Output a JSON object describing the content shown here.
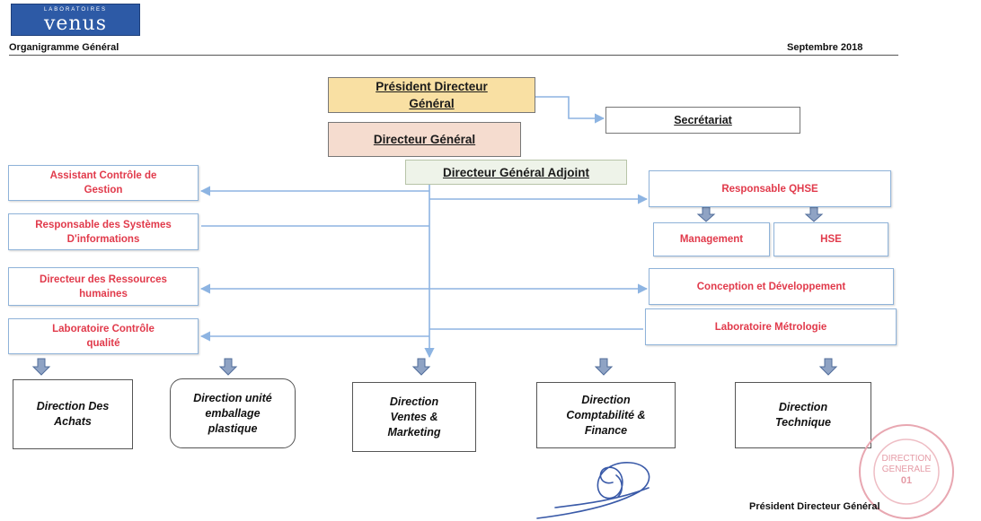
{
  "header": {
    "logo_tagline": "LABORATOIRES",
    "logo_name": "venus",
    "title": "Organigramme Général",
    "date": "Septembre 2018"
  },
  "colors": {
    "connector": "#8db4e2",
    "staff_text": "#e13a4b",
    "pdg_fill": "#f9e0a3",
    "dg_fill": "#f5dccf",
    "dga_fill": "#eef3e9"
  },
  "top": {
    "pdg": "Président Directeur Général",
    "dg": "Directeur Général",
    "dga": "Directeur Général Adjoint",
    "secretariat": "Secrétariat"
  },
  "left_staff": [
    "Assistant Contrôle de Gestion",
    "Responsable des Systèmes D'informations",
    "Directeur des Ressources humaines",
    "Laboratoire Contrôle qualité"
  ],
  "right_staff": {
    "qhse": "Responsable QHSE",
    "management": "Management",
    "hse": "HSE",
    "conception": "Conception et Développement",
    "metrologie": "Laboratoire Métrologie"
  },
  "divisions": [
    "Direction Des Achats",
    "Direction unité emballage plastique",
    "Direction Ventes & Marketing",
    "Direction Comptabilité & Finance",
    "Direction Technique"
  ],
  "signature": {
    "caption": "Président Directeur Général",
    "stamp_text": [
      "DIRECTION",
      "GENERALE",
      "01"
    ]
  }
}
